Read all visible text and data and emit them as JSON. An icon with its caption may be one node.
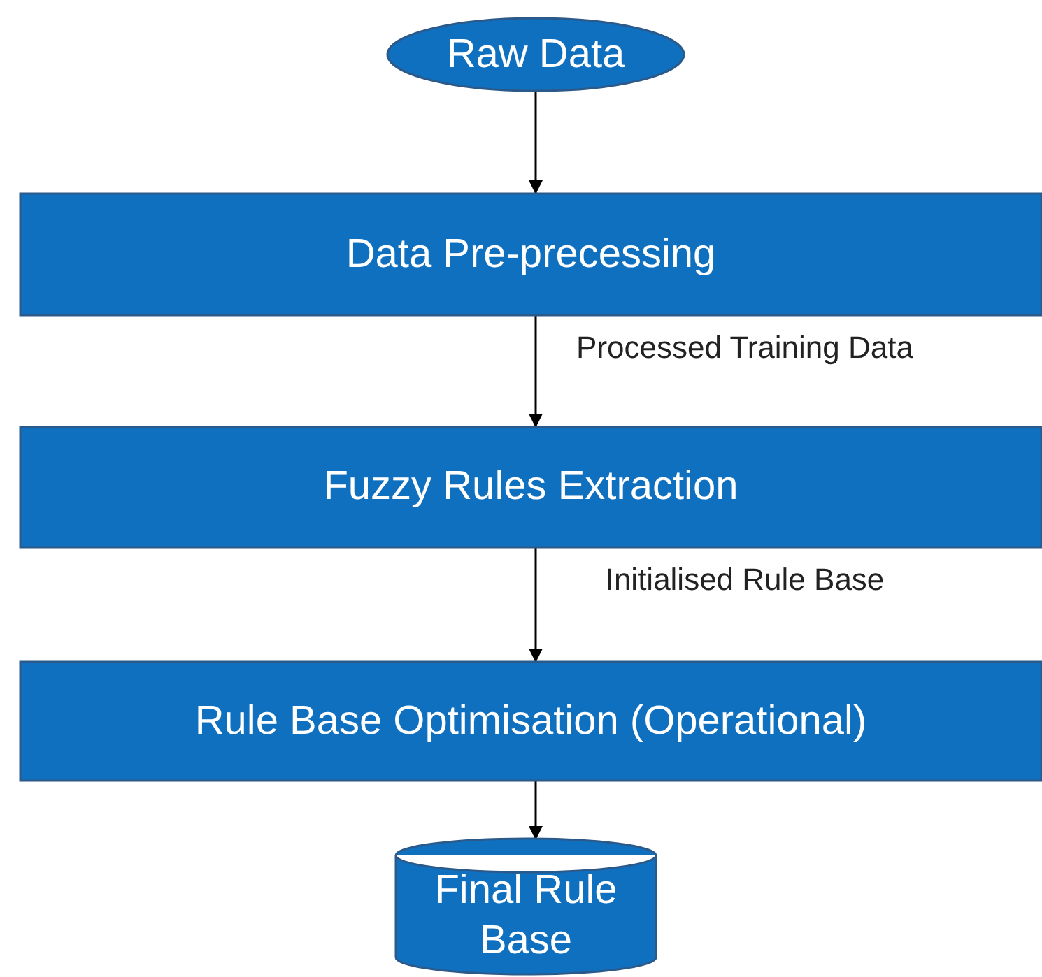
{
  "diagram": {
    "nodes": [
      {
        "text": [
          "Raw Data"
        ]
      },
      {
        "text": [
          "Data Pre-precessing"
        ]
      },
      {
        "text": [
          "Fuzzy Rules Extraction"
        ]
      },
      {
        "text": [
          "Rule Base Optimisation (Operational)"
        ]
      },
      {
        "text": [
          "Final Rule Base"
        ]
      }
    ],
    "edges": [
      {
        "from": 0,
        "to": 1,
        "arrow": "to"
      },
      {
        "from": 1,
        "to": 2,
        "arrow": "to",
        "label": "Processed Training Data"
      },
      {
        "from": 2,
        "to": 3,
        "arrow": "to",
        "label": "Initialised Rule Base"
      },
      {
        "from": 3,
        "to": 4,
        "arrow": "to"
      }
    ]
  }
}
